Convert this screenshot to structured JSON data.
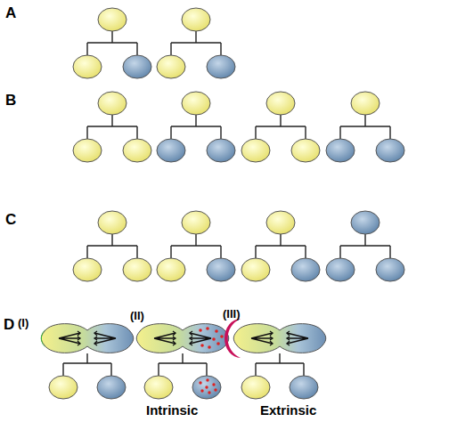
{
  "diagram": {
    "labels": [
      "A",
      "B",
      "C",
      "D",
      "(I)",
      "(II)",
      "(III)",
      "Intrinsic",
      "Extrinsic"
    ]
  }
}
